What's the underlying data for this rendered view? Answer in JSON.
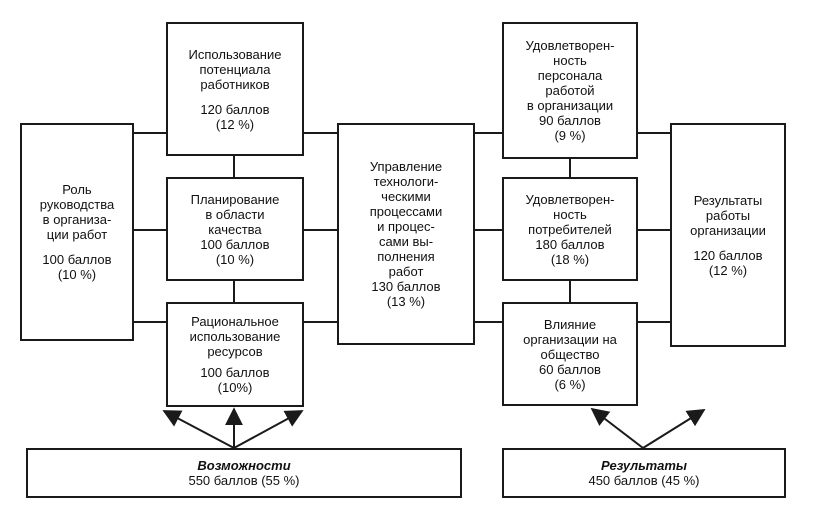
{
  "boxes": {
    "leadership": {
      "title": "Роль\nруководства\nв организа-\nции работ",
      "points": "100 баллов",
      "percent": "(10 %)"
    },
    "staff_potential": {
      "title": "Использование\nпотенциала\nработников",
      "points": "120 баллов",
      "percent": "(12 %)"
    },
    "quality_planning": {
      "title": "Планирование\nв области\nкачества",
      "points": "100 баллов",
      "percent": "(10 %)"
    },
    "resources": {
      "title": "Рациональное\nиспользование\nресурсов",
      "points": "100 баллов",
      "percent": "(10%)"
    },
    "process_management": {
      "title": "Управление\nтехнологи-\nческими\nпроцессами\nи процес-\nсами вы-\nполнения\nработ",
      "points": "130 баллов",
      "percent": "(13 %)"
    },
    "staff_satisfaction": {
      "title": "Удовлетворен-\nность\nперсонала\nработой\nв организации",
      "points": "90 баллов",
      "percent": "(9 %)"
    },
    "customer_satisfaction": {
      "title": "Удовлетворен-\nность\nпотребителей",
      "points": "180 баллов",
      "percent": "(18 %)"
    },
    "society_impact": {
      "title": "Влияние\nорганизации на\nобщество",
      "points": "60 баллов",
      "percent": "(6 %)"
    },
    "org_results": {
      "title": "Результаты\nработы\nорганизации",
      "points": "120 баллов",
      "percent": "(12 %)"
    }
  },
  "summary": {
    "enablers": {
      "label": "Возможности",
      "value": "550 баллов (55 %)"
    },
    "results": {
      "label": "Результаты",
      "value": "450 баллов (45 %)"
    }
  },
  "colors": {
    "line": "#1a1a1a",
    "background": "#ffffff"
  }
}
